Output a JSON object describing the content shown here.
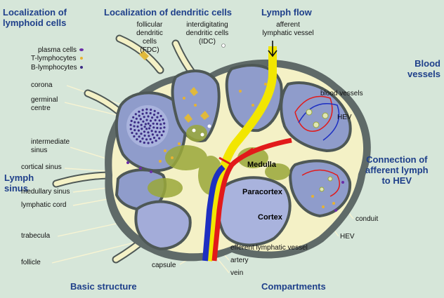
{
  "headings": {
    "loc_lymphoid": "Localization of\nlymphoid cells",
    "loc_dendritic": "Localization of dendritic cells",
    "lymph_flow": "Lymph flow",
    "blood_vessels": "Blood\nvessels",
    "connection": "Connection of\nafferent lymph\nto HEV",
    "lymph_sinus": "Lymph\nsinus",
    "basic_structure": "Basic structure",
    "compartments": "Compartments"
  },
  "labels": {
    "fdc": "follicular\ndendritic\ncells\n(FDC)",
    "idc": "interdigitating\ndendritic cells\n(IDC)",
    "afferent": "afferent\nlymphatic vessel",
    "plasma_cells": "plasma cells",
    "t_lymphocytes": "T-lymphocytes",
    "b_lymphocytes": "B-lymphocytes",
    "corona": "corona",
    "germinal_centre": "germinal\ncentre",
    "intermediate_sinus": "intermediate\nsinus",
    "cortical_sinus": "cortical sinus",
    "medullary_sinus": "medullary sinus",
    "lymphatic_cord": "lymphatic cord",
    "trabecula": "trabecula",
    "follicle": "follicle",
    "capsule": "capsule",
    "blood_vessels_label": "blood vessels",
    "hev_top": "HEV",
    "conduit": "conduit",
    "hev_bottom": "HEV",
    "efferent": "efferent lymphatic vessel",
    "artery": "artery",
    "vein": "vein"
  },
  "compartments": {
    "medulla": "Medulla",
    "paracortex": "Paracortex",
    "cortex": "Cortex"
  },
  "colors": {
    "background": "#d6e6d9",
    "capsule": "#5f6a68",
    "sinus": "#f4f1c6",
    "follicle": "#8f9ccb",
    "follicle_light": "#a9b3dd",
    "paracortex": "#b6bfe2",
    "lymph_vessel": "#f2e600",
    "artery": "#e21a1a",
    "vein": "#1d2fc2",
    "reticular": "#9aa83a",
    "heading": "#1e3f8a"
  }
}
